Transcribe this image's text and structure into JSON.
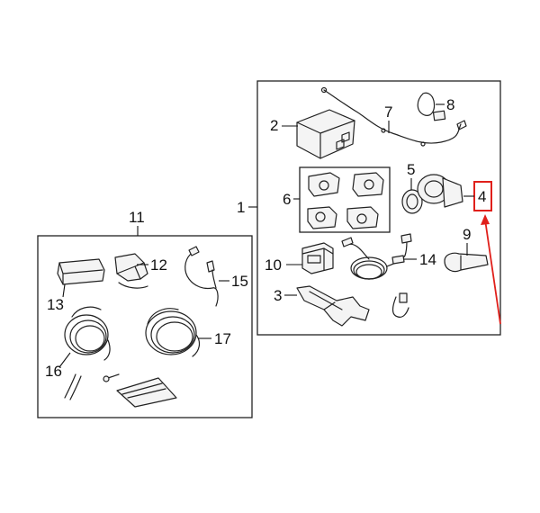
{
  "callouts": {
    "c1": "1",
    "c2": "2",
    "c3": "3",
    "c4": "4",
    "c5": "5",
    "c6": "6",
    "c7": "7",
    "c8": "8",
    "c9": "9",
    "c10": "10",
    "c11": "11",
    "c12": "12",
    "c13": "13",
    "c14": "14",
    "c15": "15",
    "c16": "16",
    "c17": "17"
  },
  "highlight": {
    "target_callout": "4",
    "color": "#e0201b"
  },
  "colors": {
    "line": "#222222",
    "background": "#ffffff"
  }
}
